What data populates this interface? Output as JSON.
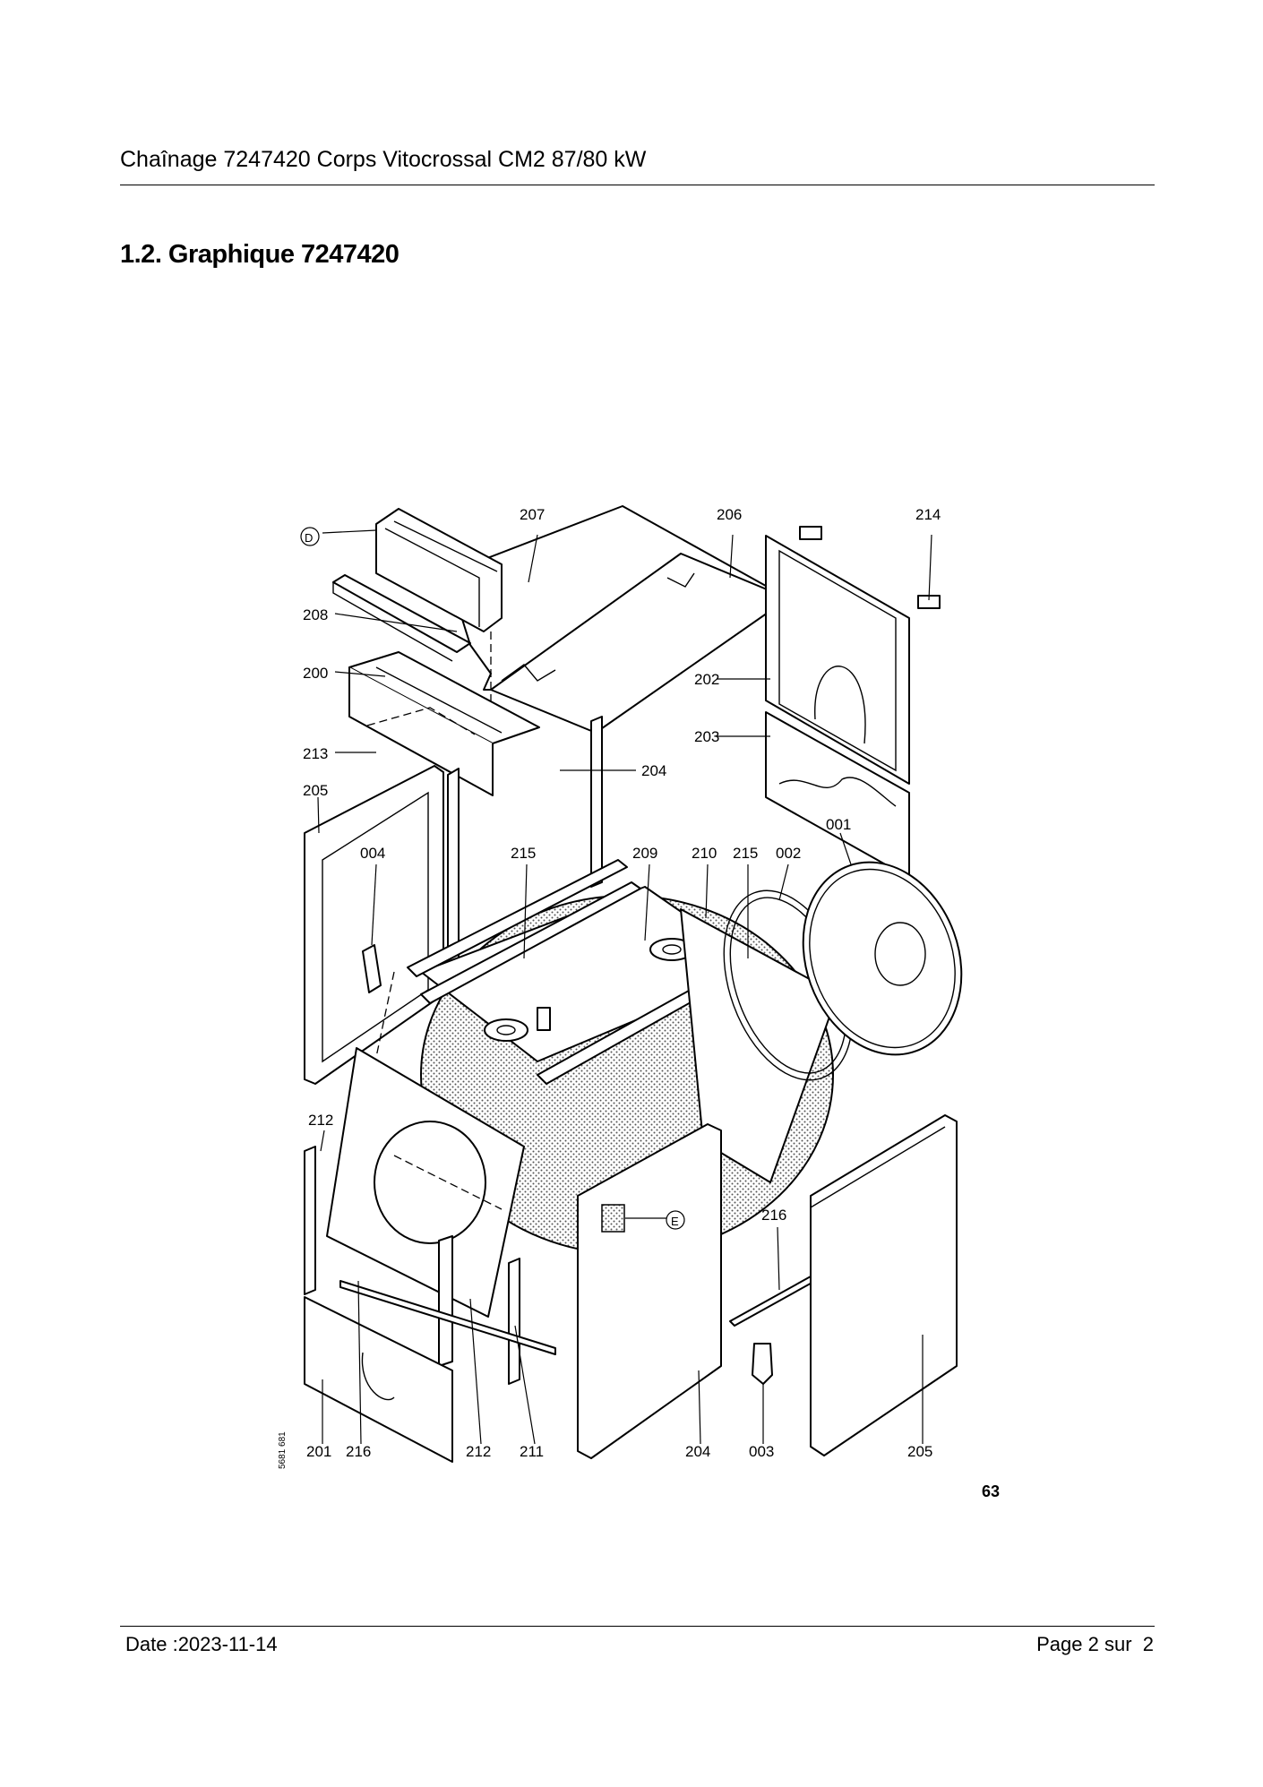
{
  "header": {
    "title": "Chaînage 7247420 Corps Vitocrossal CM2 87/80 kW"
  },
  "section": {
    "heading": "1.2. Graphique 7247420"
  },
  "diagram": {
    "callouts": {
      "p207": "207",
      "p206": "206",
      "p214": "214",
      "pD": "D",
      "p208": "208",
      "p200": "200",
      "p202": "202",
      "p203": "203",
      "p213": "213",
      "p204a": "204",
      "p205a": "205",
      "p001": "001",
      "p004": "004",
      "p215a": "215",
      "p209": "209",
      "p210": "210",
      "p215b": "215",
      "p002": "002",
      "p212a": "212",
      "pE": "E",
      "p216a": "216",
      "p201": "201",
      "p216b": "216",
      "p212b": "212",
      "p211": "211",
      "p204b": "204",
      "p003": "003",
      "p205b": "205"
    },
    "reference_code": "5681 681",
    "page_number": "63"
  },
  "footer": {
    "date": "Date :2023-11-14",
    "page": "Page 2 sur  2"
  }
}
